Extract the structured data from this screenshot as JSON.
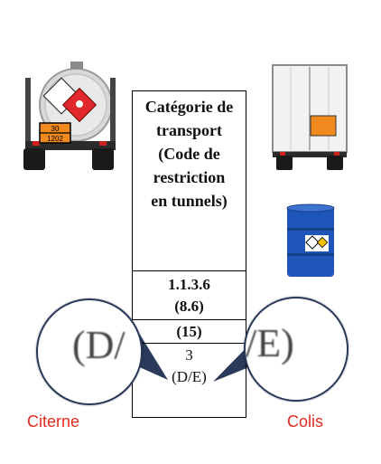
{
  "table": {
    "header": "Catégorie de transport (Code de restriction en tunnels)",
    "header_lines": [
      "Catégorie de",
      "transport",
      "(Code de",
      "restriction",
      "en tunnels)"
    ],
    "row1_line1": "1.1.3.6",
    "row1_line2": "(8.6)",
    "row2": "(15)",
    "row3_line1": "3",
    "row3_line2": "(D/E)"
  },
  "magnifiers": {
    "left_text": "(D/",
    "right_text": "/E)"
  },
  "tanker": {
    "placard_top": "30",
    "placard_bottom": "1202"
  },
  "labels": {
    "left": "Citerne",
    "right": "Colis"
  },
  "colors": {
    "label_red": "#e22b1f",
    "placard_orange": "#f08a1e",
    "hazard_red": "#e0292b",
    "drum_blue": "#1f55b8",
    "connector_navy": "#2a3a5a"
  }
}
